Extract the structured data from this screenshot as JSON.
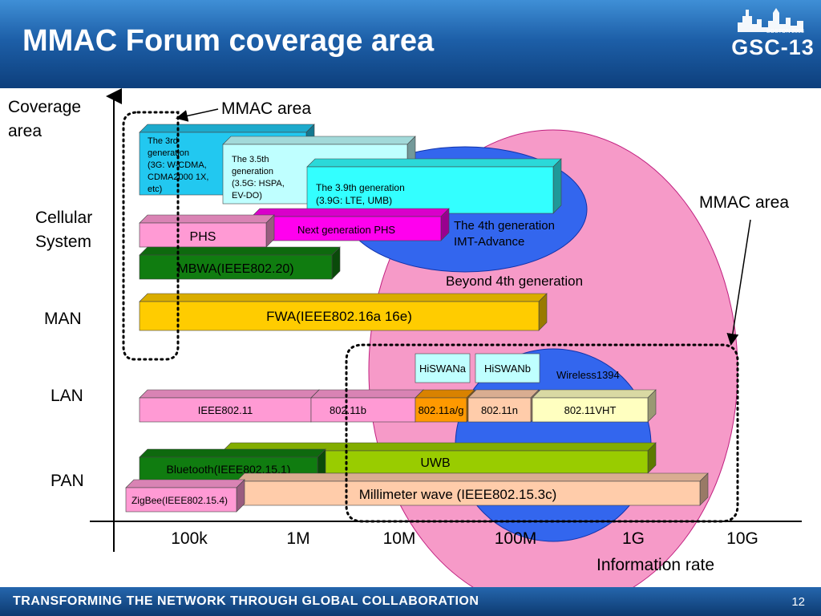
{
  "header": {
    "title": "MMAC Forum coverage area"
  },
  "logo": {
    "text": "GSC-13",
    "subtext": "BOSTON 2008"
  },
  "footer": {
    "tagline": "TRANSFORMING THE NETWORK THROUGH GLOBAL COLLABORATION",
    "page_number": "12"
  },
  "axes": {
    "y_title_line1": "Coverage",
    "y_title_line2": "area",
    "x_title": "Information rate",
    "y_categories": [
      {
        "line1": "Cellular",
        "line2": "System"
      },
      {
        "line1": "MAN",
        "line2": ""
      },
      {
        "line1": "LAN",
        "line2": ""
      },
      {
        "line1": "PAN",
        "line2": ""
      }
    ],
    "x_ticks": [
      "100k",
      "1M",
      "10M",
      "100M",
      "1G",
      "10G"
    ]
  },
  "annotations": {
    "mmac_area_top": "MMAC area",
    "mmac_area_right": "MMAC area"
  },
  "regions": {
    "beyond_4g": "Beyond 4th generation",
    "g4_line1": "The 4th generation",
    "g4_line2": "IMT-Advance",
    "wireless1394": "Wireless1394"
  },
  "colors": {
    "pink": "#f69ac8",
    "blue": "#3366ee",
    "cyan": "#22c8f0",
    "lightcyan": "#bfffff",
    "aqua": "#33ffff",
    "magenta": "#ff00ee",
    "green": "#107c10",
    "yellow": "#ffcc00",
    "lightpink": "#ff9ad4",
    "orange": "#ff9900",
    "peach": "#ffccaa",
    "lightyellow": "#ffffc0",
    "lime": "#99cc00"
  },
  "boxes": [
    {
      "name": "box-3g",
      "lines": [
        "The 3rd",
        "generation",
        "(3G: W-CDMA,",
        "CDMA2000 1X,",
        " etc)"
      ]
    },
    {
      "name": "box-35g",
      "lines": [
        "The 3.5th",
        "generation",
        "(3.5G: HSPA,",
        "EV-DO)"
      ]
    },
    {
      "name": "box-39g",
      "lines": [
        "The 3.9th generation",
        "(3.9G: LTE, UMB)"
      ]
    },
    {
      "name": "box-next-phs",
      "lines": [
        "Next generation PHS"
      ]
    },
    {
      "name": "box-phs",
      "lines": [
        "PHS"
      ]
    },
    {
      "name": "box-mbwa",
      "lines": [
        "MBWA(IEEE802.20)"
      ]
    },
    {
      "name": "box-fwa",
      "lines": [
        "FWA(IEEE802.16a 16e)"
      ]
    },
    {
      "name": "box-hiswana",
      "lines": [
        "HiSWANa"
      ]
    },
    {
      "name": "box-hiswanb",
      "lines": [
        "HiSWANb"
      ]
    },
    {
      "name": "box-ieee80211",
      "lines": [
        "IEEE802.11"
      ]
    },
    {
      "name": "box-80211b",
      "lines": [
        "802.11b"
      ]
    },
    {
      "name": "box-80211ag",
      "lines": [
        "802.11a/g"
      ]
    },
    {
      "name": "box-80211n",
      "lines": [
        "802.11n"
      ]
    },
    {
      "name": "box-80211vht",
      "lines": [
        "802.11VHT"
      ]
    },
    {
      "name": "box-uwb",
      "lines": [
        "UWB"
      ]
    },
    {
      "name": "box-bluetooth",
      "lines": [
        "Bluetooth(IEEE802.15.1)"
      ]
    },
    {
      "name": "box-mmwave",
      "lines": [
        "Millimeter wave (IEEE802.15.3c)"
      ]
    },
    {
      "name": "box-zigbee",
      "lines": [
        "ZigBee(IEEE802.15.4)"
      ]
    }
  ]
}
